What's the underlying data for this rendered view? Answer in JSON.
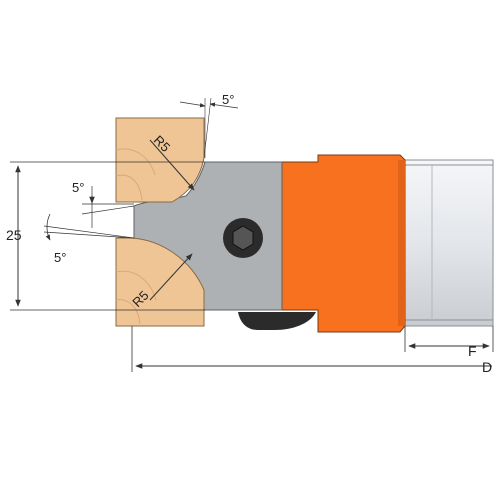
{
  "labels": {
    "height": "25",
    "radius_top": "R5",
    "radius_bottom": "R5",
    "angle_top": "5°",
    "angle_mid": "5°",
    "angle_low": "5°",
    "bore_width": "F",
    "diameter": "D"
  },
  "colors": {
    "wood": "#efc596",
    "steel": "#aeb1b4",
    "body": "#f7711e",
    "shaft": "#e9ebee",
    "dark": "#2b2b2b",
    "line": "#333333"
  }
}
